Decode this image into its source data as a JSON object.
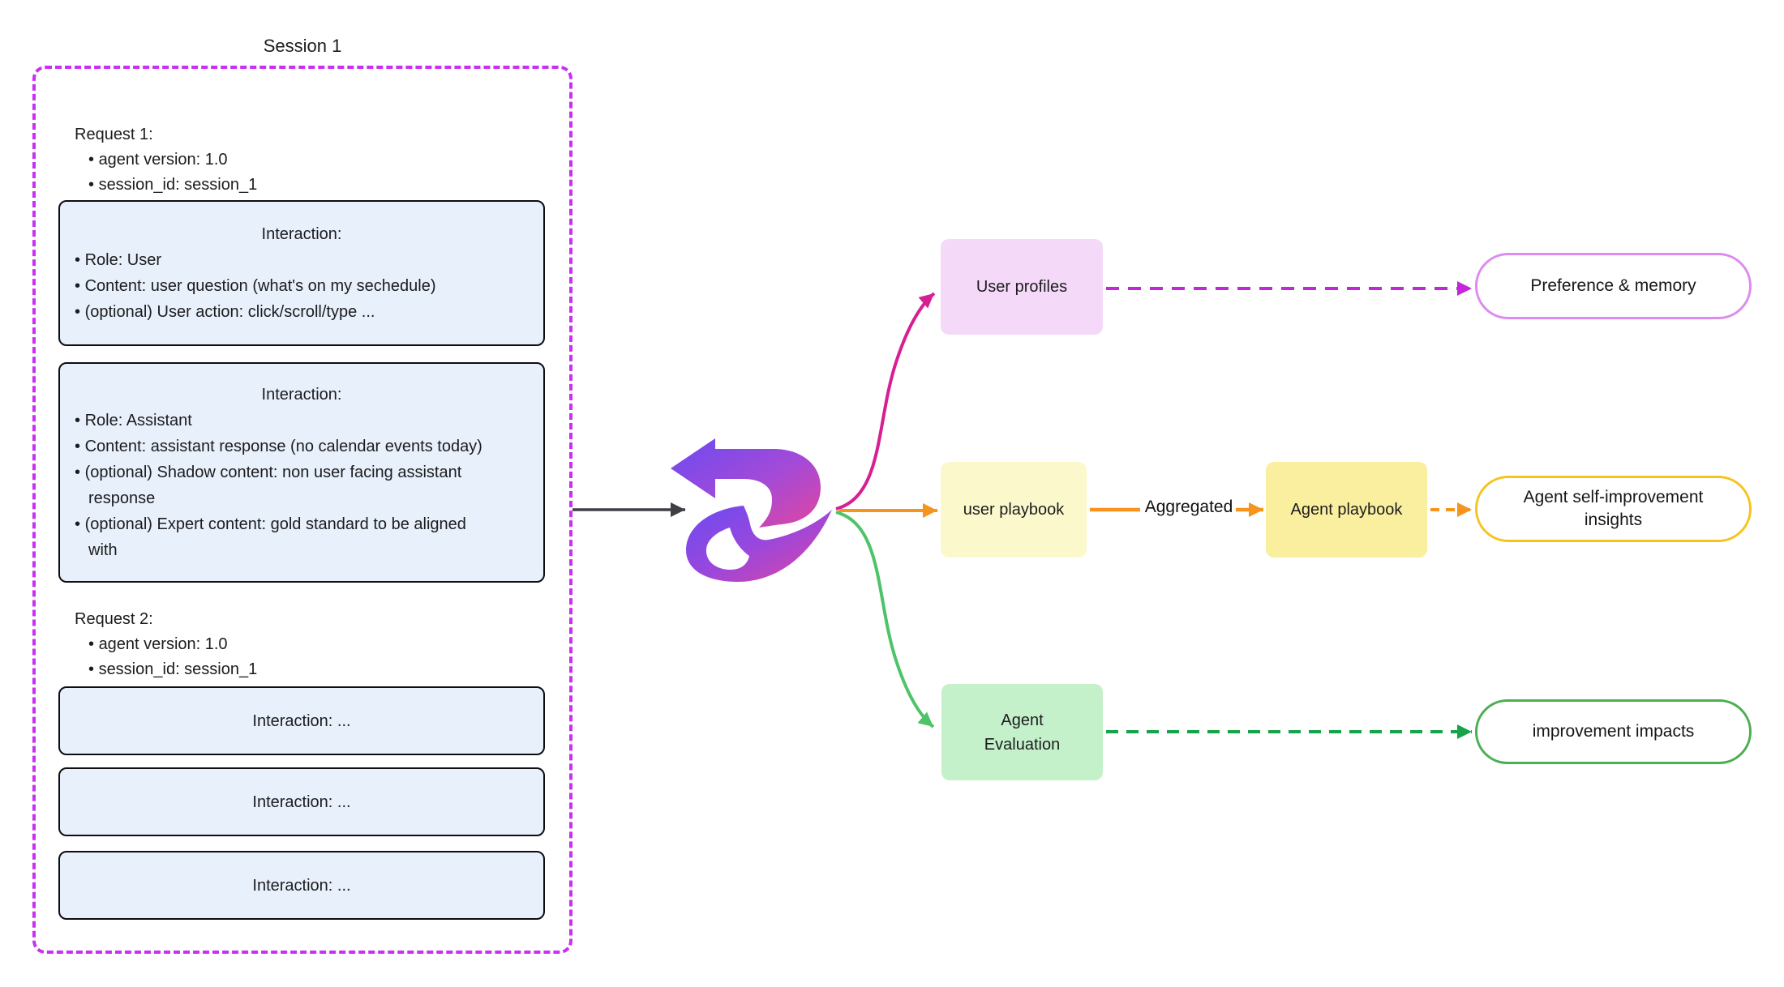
{
  "session": {
    "title": "Session 1",
    "request1": {
      "heading": "Request 1:",
      "bullets": [
        "agent version: 1.0",
        "session_id: session_1"
      ]
    },
    "interaction1": {
      "heading": "Interaction:",
      "bullets": [
        "Role: User",
        "Content: user question (what's on my sechedule)",
        "(optional) User action: click/scroll/type ..."
      ]
    },
    "interaction2": {
      "heading": "Interaction:",
      "bullets": [
        "Role: Assistant",
        "Content: assistant response (no calendar events today)",
        "(optional) Shadow content: non user facing assistant response",
        "(optional) Expert content: gold standard to be aligned with"
      ]
    },
    "request2": {
      "heading": "Request 2:",
      "bullets": [
        "agent version: 1.0",
        "session_id: session_1"
      ]
    },
    "collapsed_interactions": [
      "Interaction: ...",
      "Interaction: ...",
      "Interaction: ..."
    ]
  },
  "nodes": {
    "user_profiles": {
      "label": "User profiles"
    },
    "user_playbook": {
      "label": "user playbook"
    },
    "agent_playbook": {
      "label": "Agent playbook"
    },
    "agent_evaluation": {
      "label": "Agent Evaluation"
    }
  },
  "outputs": {
    "preference_memory": {
      "label": "Preference & memory"
    },
    "self_improvement": {
      "label": "Agent self-improvement insights"
    },
    "improvement_impacts": {
      "label": "improvement impacts"
    }
  },
  "edges": {
    "aggregated_label": "Aggregated"
  },
  "icons": {
    "logo": "loop-arrows-logo"
  },
  "colors": {
    "session_border": "#c930f2",
    "interaction_fill": "#e8f0fb",
    "black_arrow": "#3f3f46",
    "magenta_curve": "#d61f93",
    "magenta_dashed": "#c227d8",
    "orange": "#f7941d",
    "green_curve": "#4ec368",
    "green_dashed": "#16a34a",
    "user_profiles_fill": "#f5d9f8",
    "user_playbook_fill": "#fbf9cc",
    "agent_playbook_fill": "#faef9f",
    "agent_evaluation_fill": "#c4f0ca",
    "pill_purple_border": "#dd8bf0",
    "pill_yellow_border": "#f5c41f",
    "pill_green_border": "#4caf50",
    "logo_purple": "#6b4bf0",
    "logo_magenta": "#e0459f"
  }
}
